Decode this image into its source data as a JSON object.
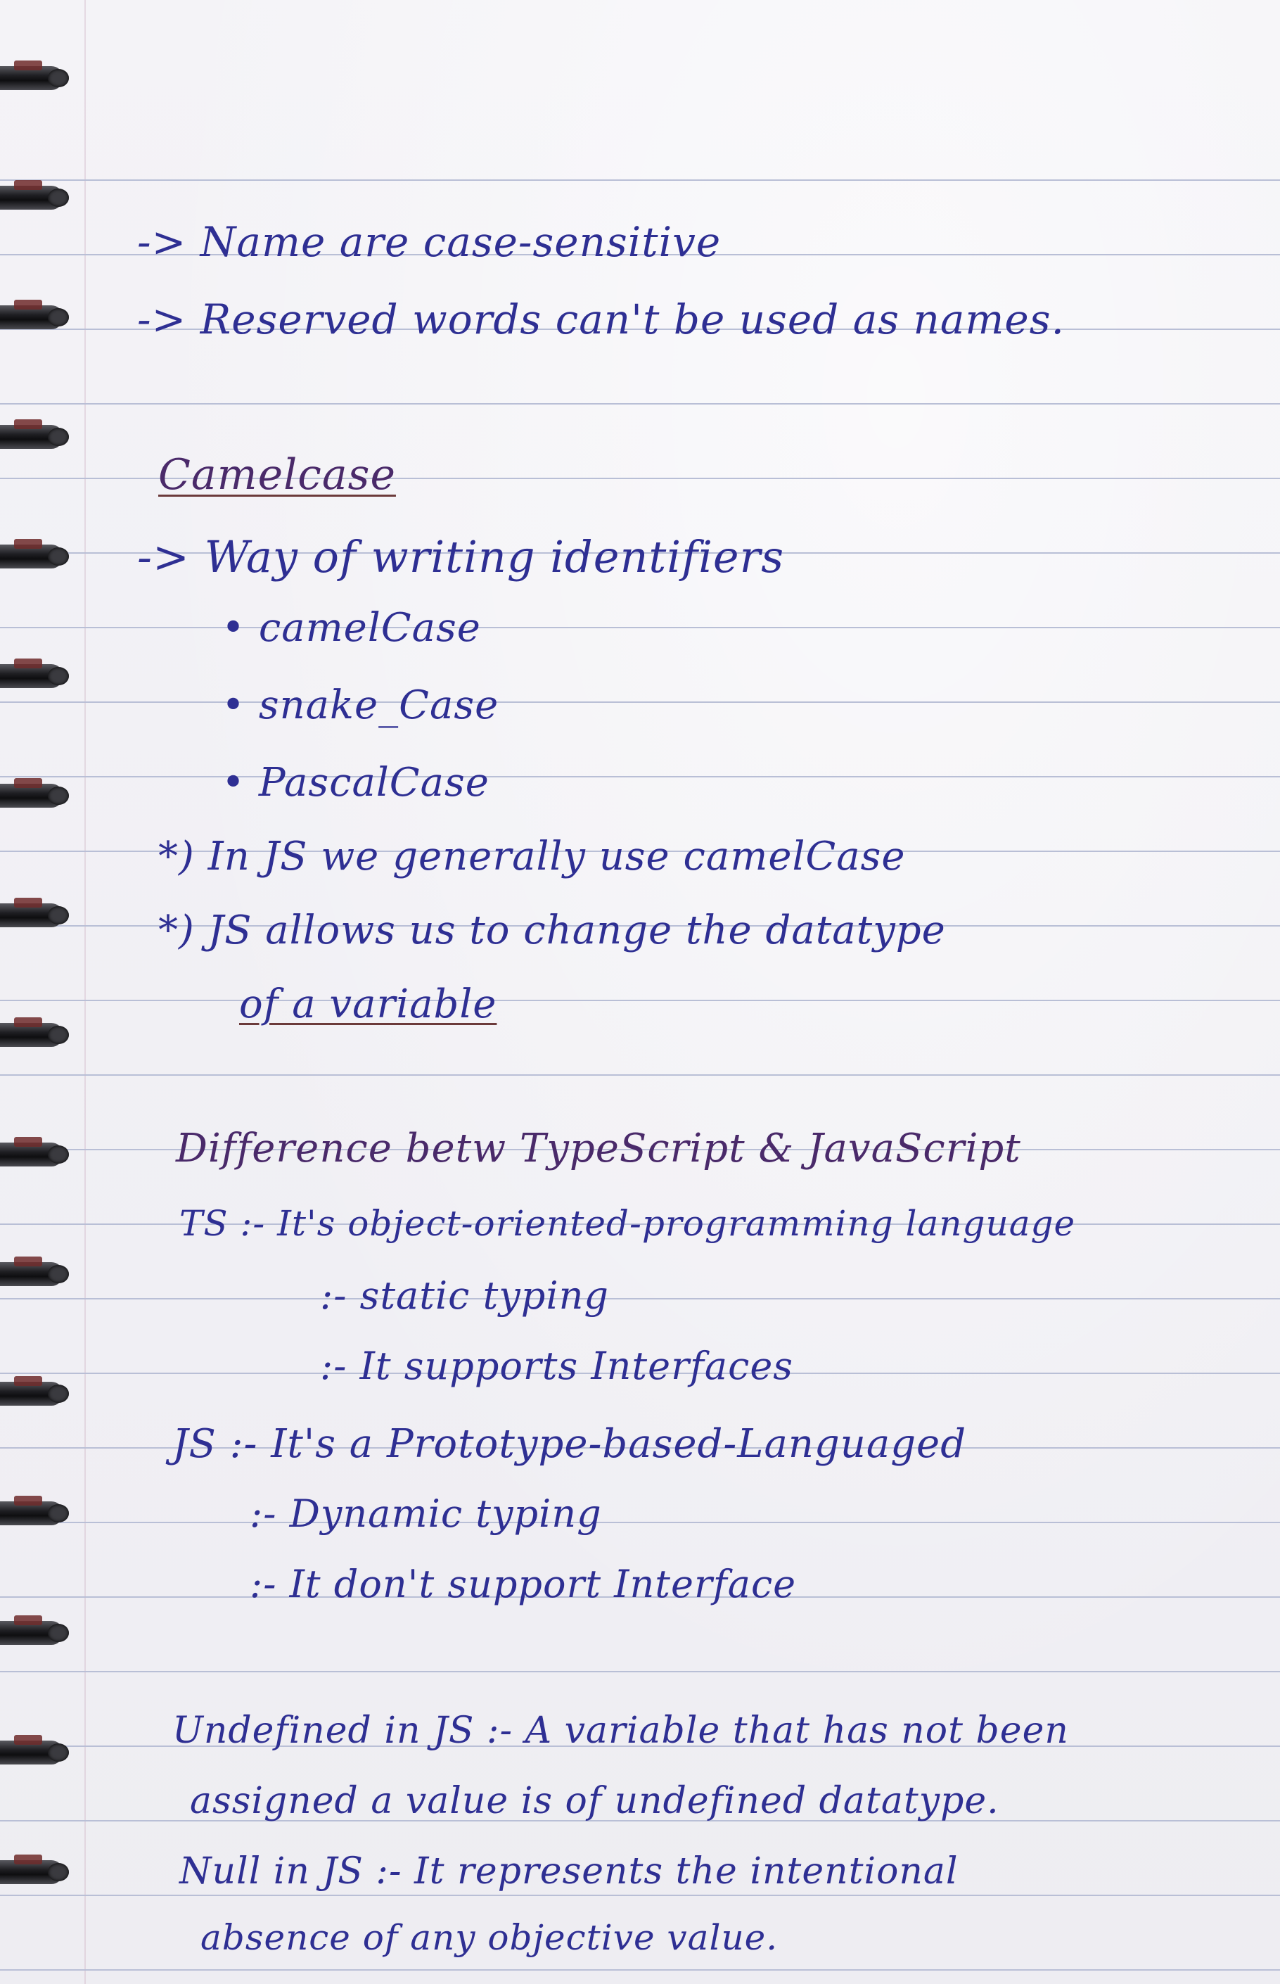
{
  "lines": [
    {
      "text": "-> Name are case-sensitive"
    },
    {
      "text": "-> Reserved words can't be used as names."
    },
    {
      "text": "Camelcase"
    },
    {
      "text": "-> Way of writing identifiers"
    },
    {
      "text": "• camelCase"
    },
    {
      "text": "• snake_Case"
    },
    {
      "text": "• PascalCase"
    },
    {
      "text": "*) In JS we generally use camelCase"
    },
    {
      "text": "*) JS allows us to change the datatype"
    },
    {
      "text": "of a variable"
    },
    {
      "text": "Difference betw TypeScript & JavaScript"
    },
    {
      "text": "TS :- It's object-oriented-programming language"
    },
    {
      "text": ":- static typing"
    },
    {
      "text": ":- It supports Interfaces"
    },
    {
      "text": "JS :- It's a Prototype-based-Languaged"
    },
    {
      "text": ":- Dynamic typing"
    },
    {
      "text": ":- It don't support Interface"
    },
    {
      "text": "Undefined in JS :- A variable that has not been"
    },
    {
      "text": "assigned a value is of undefined datatype."
    },
    {
      "text": "Null in JS :- It represents the intentional"
    },
    {
      "text": "absence of any objective value."
    }
  ]
}
